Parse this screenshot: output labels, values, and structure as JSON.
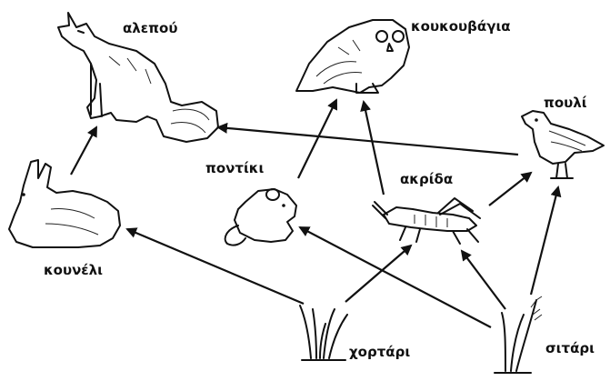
{
  "organisms": {
    "fox": "αλεπού",
    "owl": "κουκουβάγια",
    "bird": "πουλί",
    "mouse": "ποντίκι",
    "grasshopper": "ακρίδα",
    "rabbit": "κουνέλι",
    "grass": "χορτάρι",
    "wheat": "σιτάρι"
  },
  "links": [
    {
      "from": "rabbit",
      "to": "fox"
    },
    {
      "from": "bird",
      "to": "fox"
    },
    {
      "from": "mouse",
      "to": "owl"
    },
    {
      "from": "grasshopper",
      "to": "owl"
    },
    {
      "from": "grasshopper",
      "to": "bird"
    },
    {
      "from": "wheat",
      "to": "bird"
    },
    {
      "from": "grass",
      "to": "rabbit"
    },
    {
      "from": "grass",
      "to": "grasshopper"
    },
    {
      "from": "wheat",
      "to": "mouse"
    },
    {
      "from": "wheat",
      "to": "grasshopper"
    }
  ],
  "colors": {
    "ink": "#111111",
    "background": "#ffffff"
  }
}
